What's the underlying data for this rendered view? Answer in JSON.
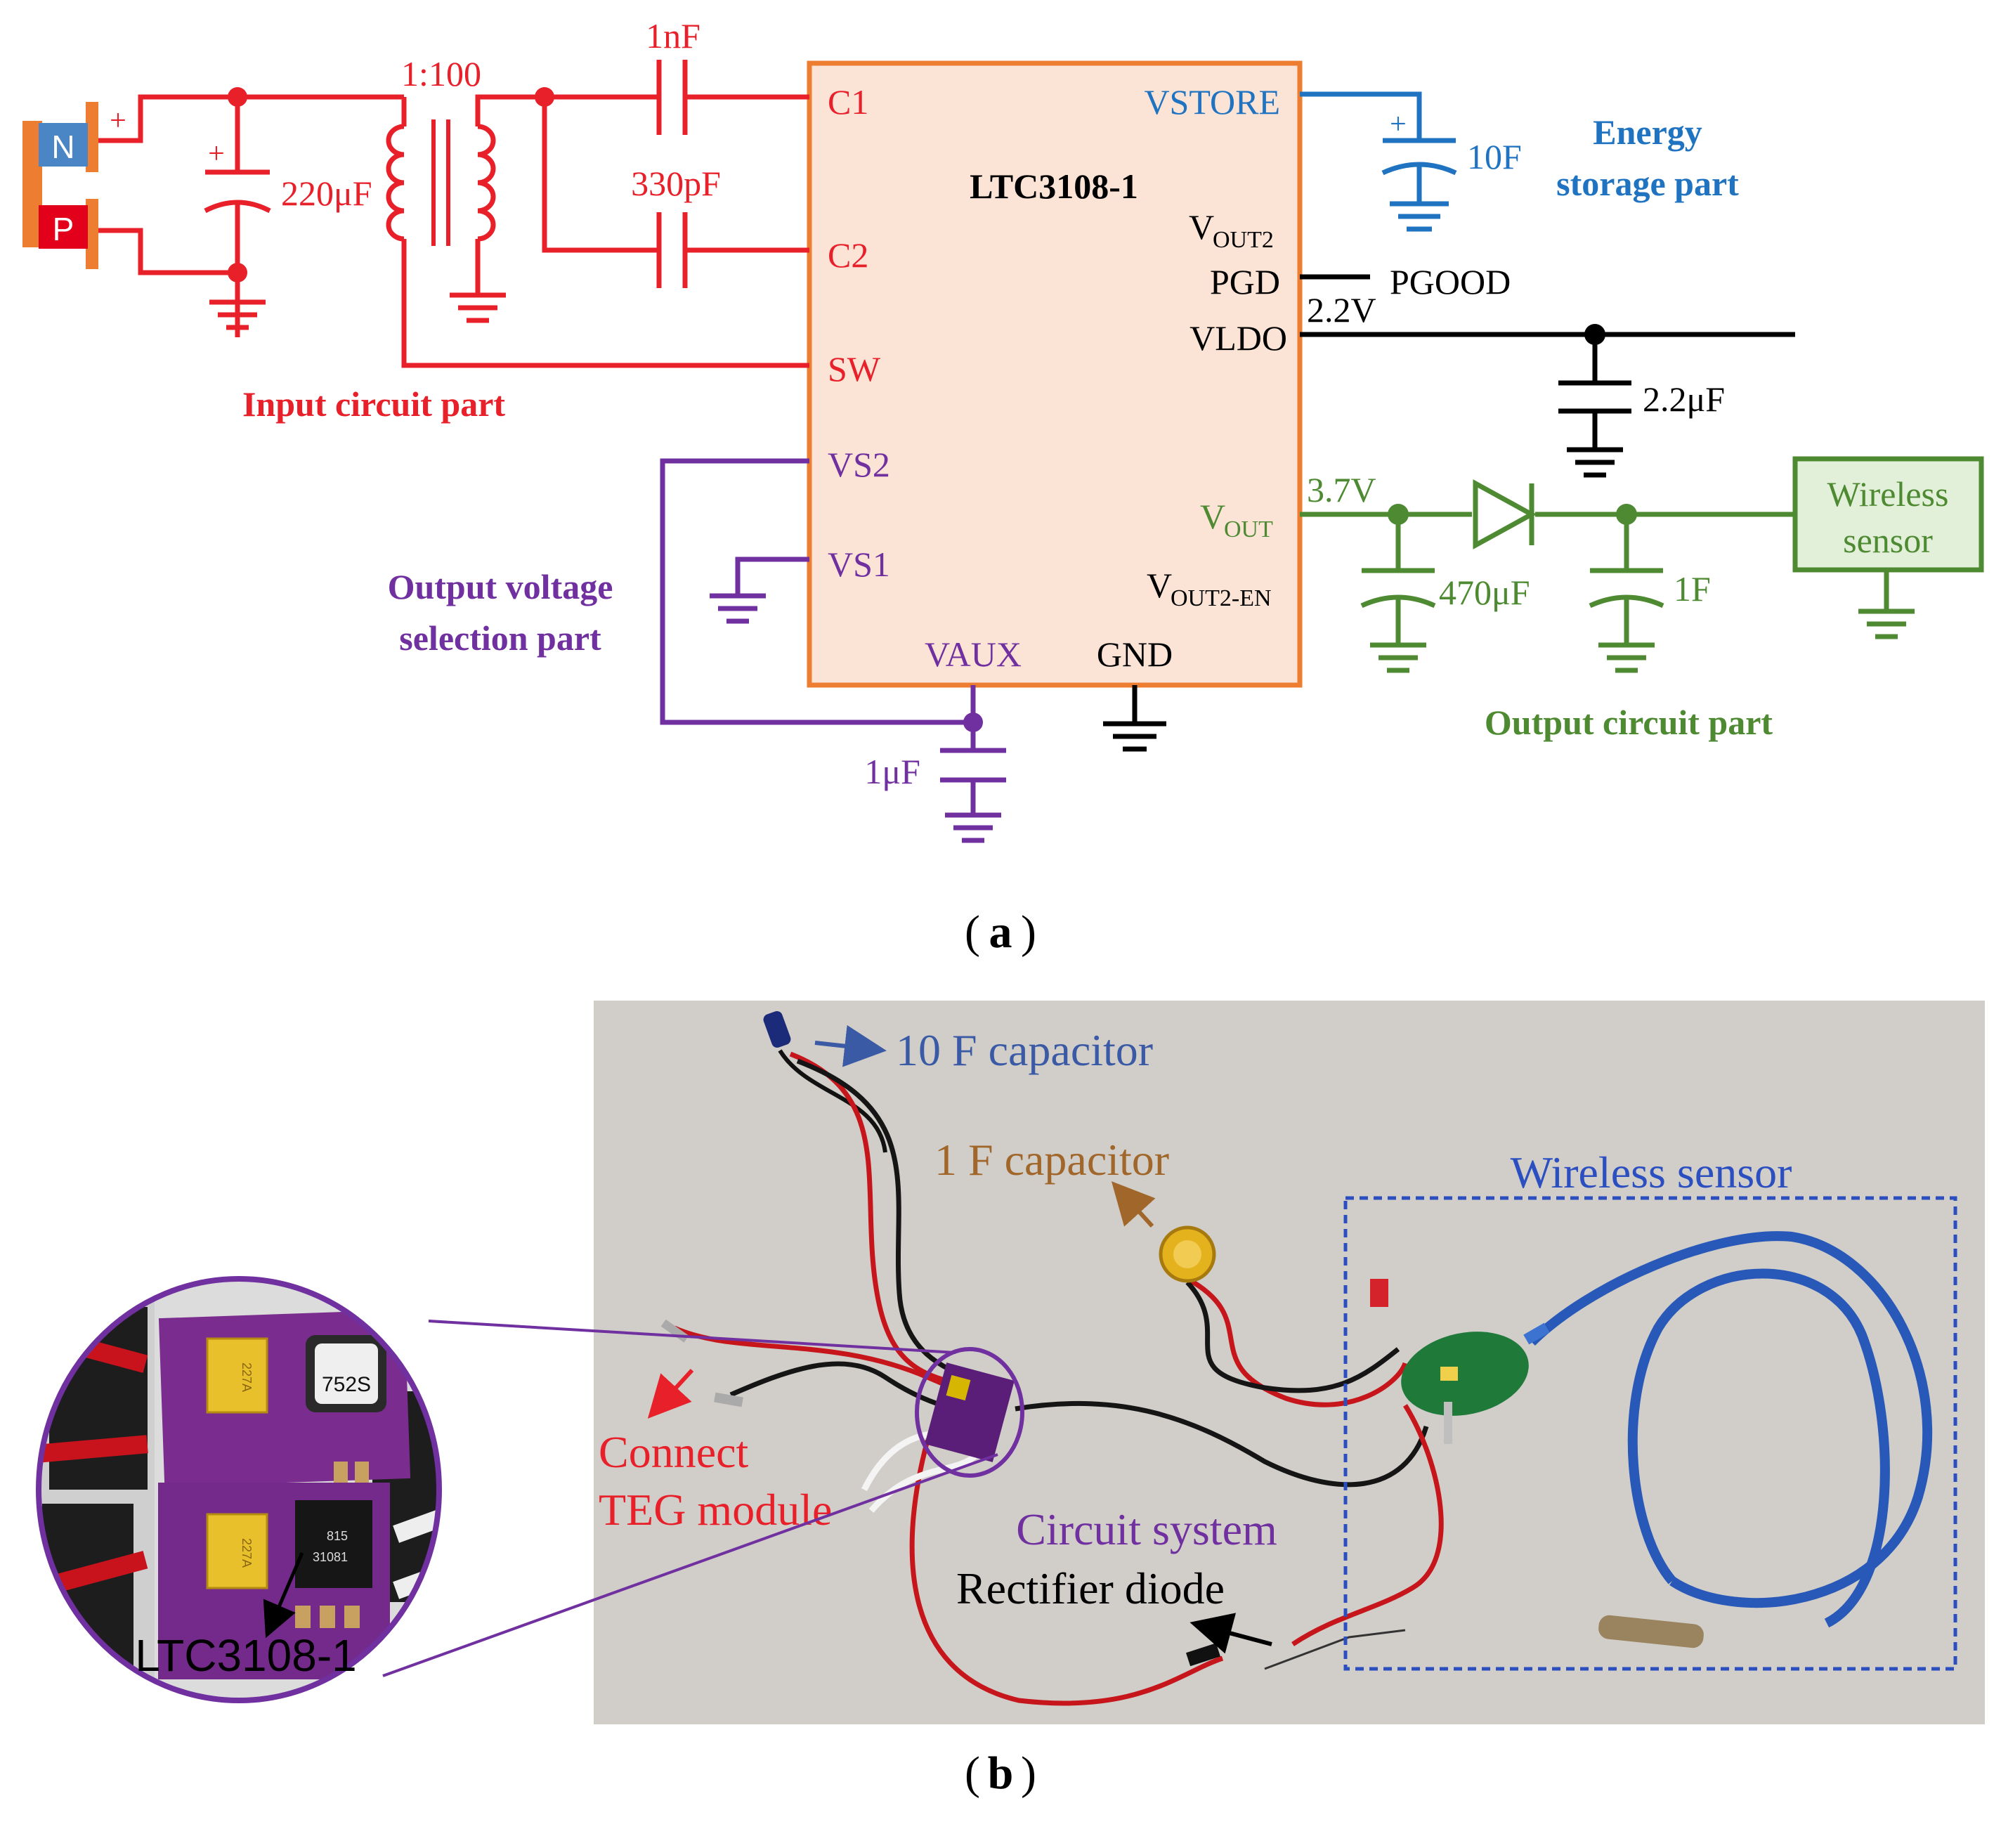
{
  "colors": {
    "red": "#e8202a",
    "blue": "#1f73c0",
    "black": "#000000",
    "green": "#4e8a32",
    "purple": "#7030a0",
    "orange": "#ed7d31",
    "chip_fill": "#fbe3d6",
    "brown": "#a0662a",
    "dark_blue": "#3b5aa6",
    "photo_blue": "#2b4fc0",
    "teg_n": "#4a86c5",
    "teg_p": "#e2001a"
  },
  "panel_a": {
    "caption_letter": "a",
    "chip_name": "LTC3108-1",
    "teg": {
      "n_label": "N",
      "p_label": "P",
      "plus": "+"
    },
    "pins_left": {
      "c1": "C1",
      "c2": "C2",
      "sw": "SW",
      "vs2": "VS2",
      "vs1": "VS1"
    },
    "pins_right": {
      "vstore": "VSTORE",
      "vout2": "V",
      "vout2_sub": "OUT2",
      "pgd": "PGD",
      "vldo": "VLDO",
      "vout": "V",
      "vout_sub": "OUT",
      "vout2en": "V",
      "vout2en_sub": "OUT2-EN"
    },
    "pins_bottom": {
      "vaux": "VAUX",
      "gnd": "GND"
    },
    "components": {
      "cap_220": "220μF",
      "cap_220_plus": "+",
      "transformer": "1:100",
      "cap_1n": "1nF",
      "cap_330p": "330pF",
      "cap_10f": "10F",
      "cap_10f_plus": "+",
      "pgood": "PGOOD",
      "v22": "2.2V",
      "cap_22u": "2.2μF",
      "v37": "3.7V",
      "cap_470u": "470μF",
      "cap_1f": "1F",
      "cap_1u": "1μF",
      "sensor_line1": "Wireless",
      "sensor_line2": "sensor"
    },
    "section_labels": {
      "input": "Input circuit part",
      "storage_line1": "Energy",
      "storage_line2": "storage part",
      "output": "Output circuit part",
      "selection_line1": "Output voltage",
      "selection_line2": "selection part"
    }
  },
  "panel_b": {
    "caption_letter": "b",
    "chip_markings": {
      "inductor": "752S",
      "ic_line1": "815",
      "ic_line2": "31081",
      "tant1": "227A",
      "tant2": "227A"
    },
    "labels": {
      "cap10": "10 F capacitor",
      "cap1": "1 F capacitor",
      "wireless": "Wireless sensor",
      "teg_line1": "Connect",
      "teg_line2": "TEG module",
      "circuit": "Circuit system",
      "diode": "Rectifier diode",
      "zoom_chip": "LTC3108-1"
    }
  }
}
